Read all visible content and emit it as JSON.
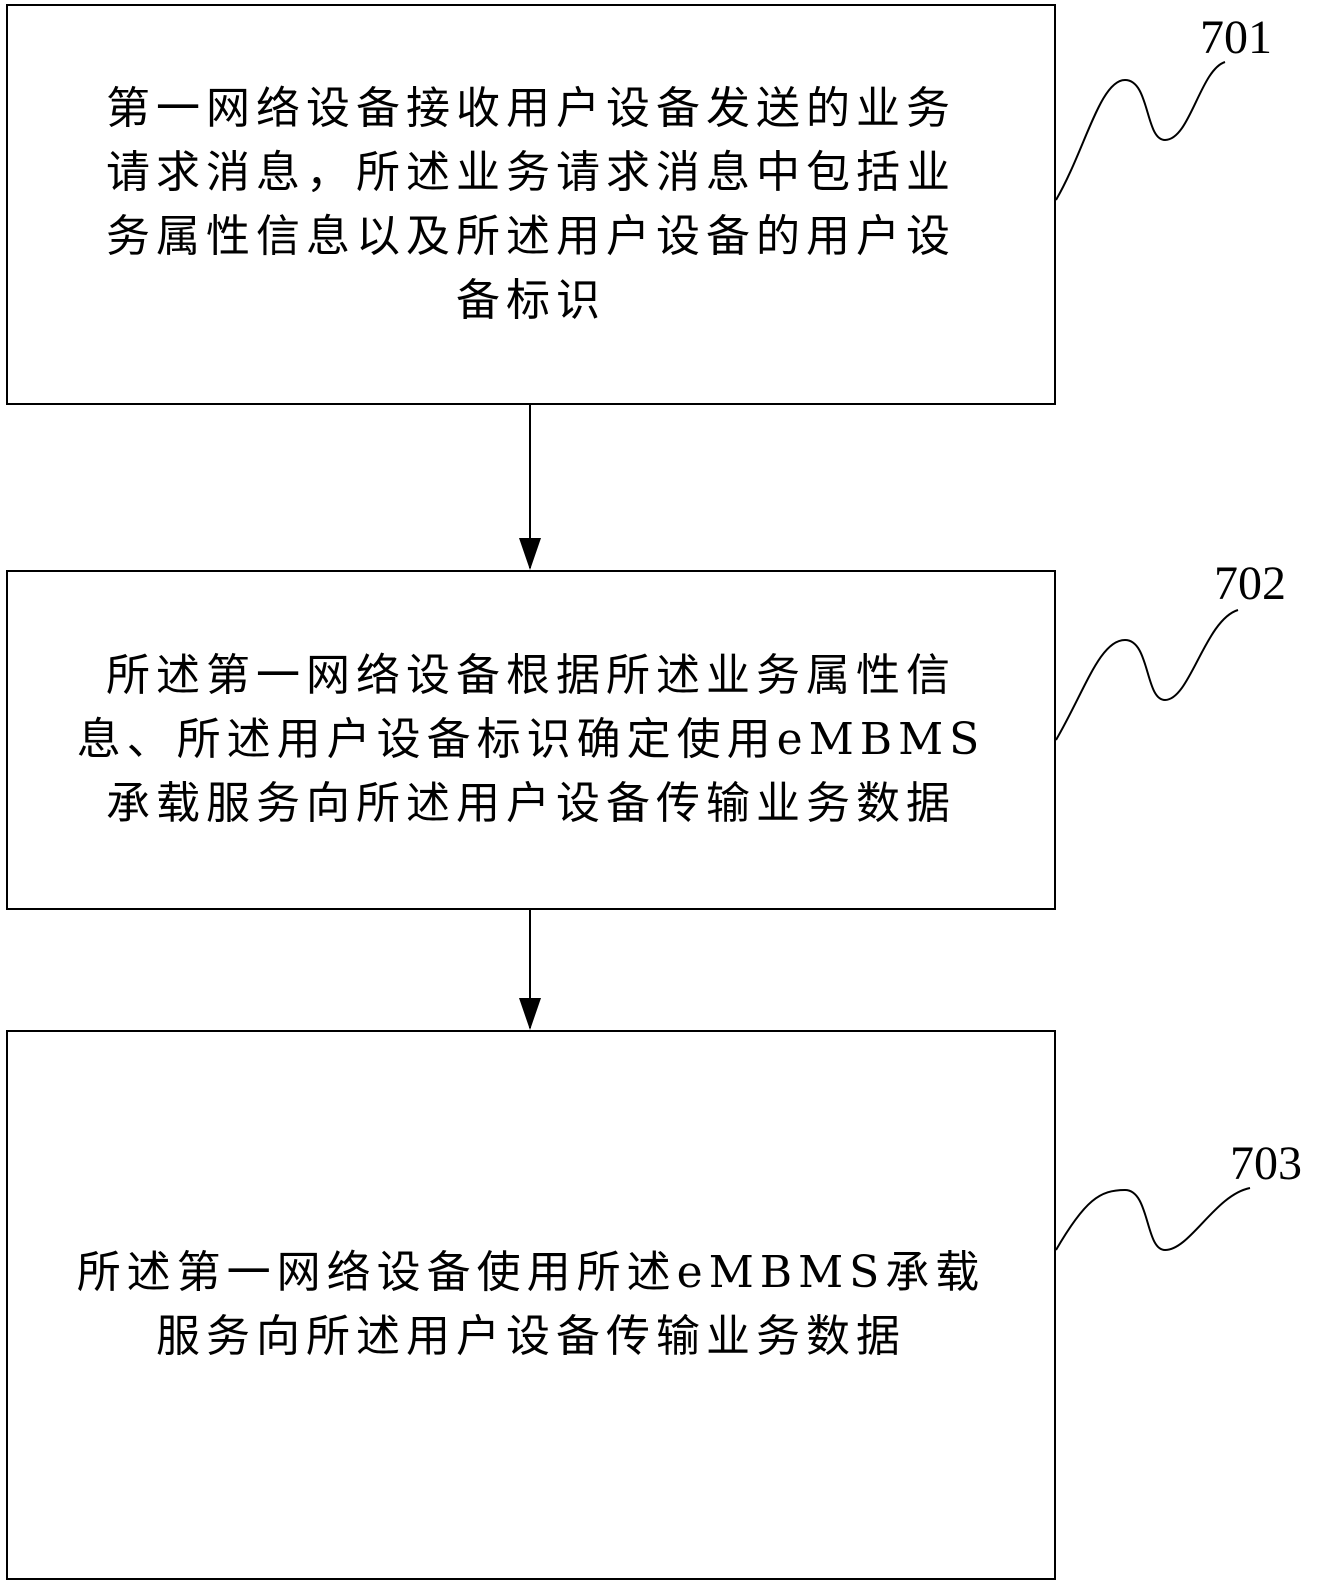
{
  "steps": [
    {
      "number": "701",
      "lines": [
        "第一网络设备接收用户设备发送的业务",
        "请求消息，所述业务请求消息中包括业",
        "务属性信息以及所述用户设备的用户设",
        "备标识"
      ]
    },
    {
      "number": "702",
      "lines": [
        "所述第一网络设备根据所述业务属性信",
        "息、所述用户设备标识确定使用eMBMS",
        "承载服务向所述用户设备传输业务数据"
      ]
    },
    {
      "number": "703",
      "lines": [
        "所述第一网络设备使用所述eMBMS承载",
        "服务向所述用户设备传输业务数据"
      ]
    }
  ]
}
